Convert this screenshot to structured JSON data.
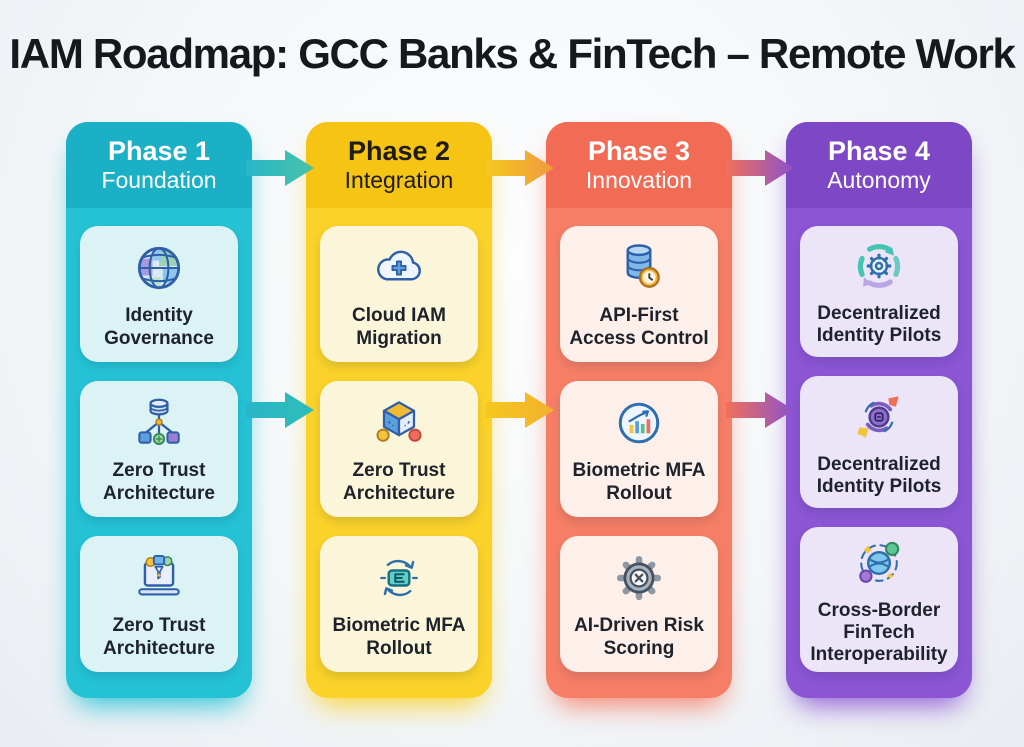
{
  "title": "IAM Roadmap: GCC Banks & FinTech – Remote Work",
  "background": "#f4f6f8",
  "title_color": "#15181d",
  "phases": [
    {
      "name": "Phase 1",
      "subtitle": "Foundation",
      "colors": {
        "header": "#1cb0c6",
        "body": "#25c2d6",
        "card": "#dcf3f6",
        "text": "#ffffff"
      },
      "cards": [
        {
          "label": "Identity Governance",
          "icon": "globe-icon"
        },
        {
          "label": "Zero Trust Architecture",
          "icon": "network-hierarchy-icon"
        },
        {
          "label": "Zero Trust Architecture",
          "icon": "secure-laptop-icon"
        }
      ]
    },
    {
      "name": "Phase 2",
      "subtitle": "Integration",
      "colors": {
        "header": "#f5c415",
        "body": "#fad229",
        "card": "#fbf6da",
        "text": "#1f1c11"
      },
      "cards": [
        {
          "label": "Cloud IAM Migration",
          "icon": "cloud-migration-icon"
        },
        {
          "label": "Zero Trust Architecture",
          "icon": "cube-icon"
        },
        {
          "label": "Biometric MFA Rollout",
          "icon": "mfa-badge-icon"
        }
      ]
    },
    {
      "name": "Phase 3",
      "subtitle": "Innovation",
      "colors": {
        "header": "#f26b54",
        "body": "#f67e66",
        "card": "#fdefe9",
        "text": "#ffffff"
      },
      "cards": [
        {
          "label": "API-First Access Control",
          "icon": "database-clock-icon"
        },
        {
          "label": "Biometric MFA Rollout",
          "icon": "growth-chart-icon"
        },
        {
          "label": "AI-Driven Risk Scoring",
          "icon": "gear-risk-icon"
        }
      ]
    },
    {
      "name": "Phase 4",
      "subtitle": "Autonomy",
      "colors": {
        "header": "#7d47c6",
        "body": "#8b55d4",
        "card": "#ece5f8",
        "text": "#ffffff"
      },
      "cards": [
        {
          "label": "Decentralized Identity Pilots",
          "icon": "recycle-gear-icon"
        },
        {
          "label": "Decentralized Identity Pilots",
          "icon": "identity-cycle-icon"
        },
        {
          "label": "Cross-Border FinTech Interoperability",
          "icon": "globe-orbit-icon"
        }
      ]
    }
  ],
  "arrows": [
    {
      "from": "Phase 1",
      "to": "Phase 2",
      "row": "header",
      "colors": [
        "#29b6c8",
        "#49c2a9"
      ]
    },
    {
      "from": "Phase 2",
      "to": "Phase 3",
      "row": "header",
      "colors": [
        "#f5c81e",
        "#f0993e"
      ]
    },
    {
      "from": "Phase 3",
      "to": "Phase 4",
      "row": "header",
      "colors": [
        "#f2705a",
        "#8a52cc"
      ]
    },
    {
      "from": "Phase 1",
      "to": "Phase 2",
      "row": "middle",
      "colors": [
        "#29b6c8",
        "#2fbdb9"
      ]
    },
    {
      "from": "Phase 2",
      "to": "Phase 3",
      "row": "middle",
      "colors": [
        "#f5c81e",
        "#f3b02d"
      ]
    },
    {
      "from": "Phase 3",
      "to": "Phase 4",
      "row": "middle",
      "colors": [
        "#f2705a",
        "#8a52cc"
      ]
    }
  ]
}
